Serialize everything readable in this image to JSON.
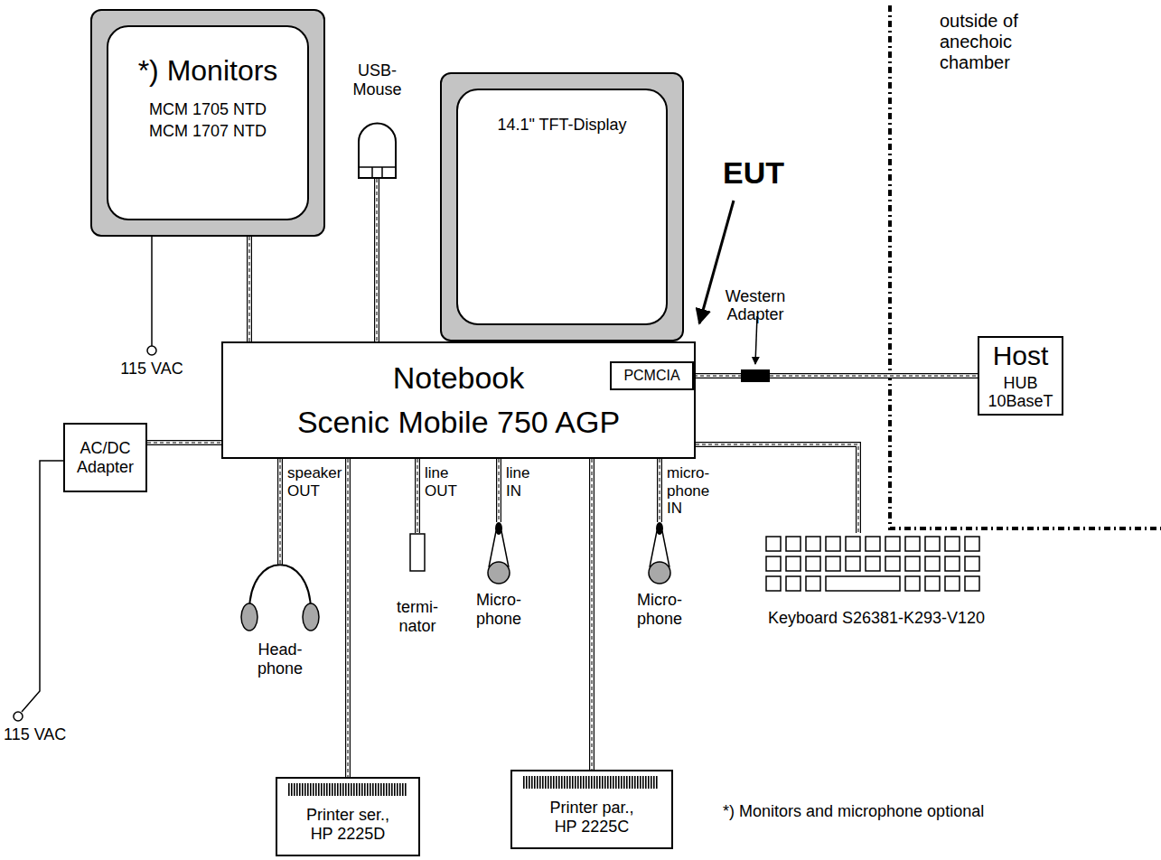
{
  "diagram": {
    "nodes": [
      {
        "text": [
          "*) Monitors",
          "MCM 1705 NTD",
          "MCM 1707 NTD"
        ]
      },
      {
        "text": [
          "USB- Mouse"
        ]
      },
      {
        "text": [
          "14.1\" TFT-Display"
        ]
      },
      {
        "text": [
          "Notebook",
          "Scenic Mobile 750 AGP"
        ]
      },
      {
        "text": [
          "PCMCIA"
        ],
        "in": 3
      },
      {
        "text": [
          "Western Adapter"
        ]
      },
      {
        "text": [
          "Host",
          "HUB 10BaseT"
        ]
      },
      {
        "text": [
          "AC/DC Adapter"
        ]
      },
      {
        "text": [
          "Head- phone"
        ]
      },
      {
        "text": [
          "termi- nator"
        ]
      },
      {
        "text": [
          "Micro- phone"
        ]
      },
      {
        "text": [
          "Printer ser., HP 2225D"
        ]
      },
      {
        "text": [
          "Printer par., HP 2225C"
        ]
      },
      {
        "text": [
          "Micro- phone"
        ]
      },
      {
        "text": [
          "Keyboard S26381-K293-V120"
        ]
      }
    ],
    "edges": [
      {
        "from": 0,
        "to": 3,
        "arrow": "none"
      },
      {
        "from": 1,
        "to": 3,
        "arrow": "none"
      },
      {
        "from": 4,
        "to": 5,
        "arrow": "none"
      },
      {
        "from": 5,
        "to": 6,
        "arrow": "none"
      },
      {
        "from": 7,
        "to": 3,
        "arrow": "none"
      },
      {
        "from": 3,
        "to": 8,
        "label": "speaker OUT",
        "arrow": "none"
      },
      {
        "from": 3,
        "to": 11,
        "arrow": "none"
      },
      {
        "from": 3,
        "to": 9,
        "label": "line OUT",
        "arrow": "none"
      },
      {
        "from": 3,
        "to": 10,
        "label": "line IN",
        "arrow": "none"
      },
      {
        "from": 3,
        "to": 12,
        "arrow": "none"
      },
      {
        "from": 3,
        "to": 13,
        "label": "micro- phone IN",
        "arrow": "none"
      },
      {
        "from": 3,
        "to": 14,
        "arrow": "none"
      }
    ],
    "labels": [
      "EUT",
      "outside of anechoic chamber",
      "115 VAC",
      "115 VAC",
      "*) Monitors and microphone optional"
    ]
  }
}
